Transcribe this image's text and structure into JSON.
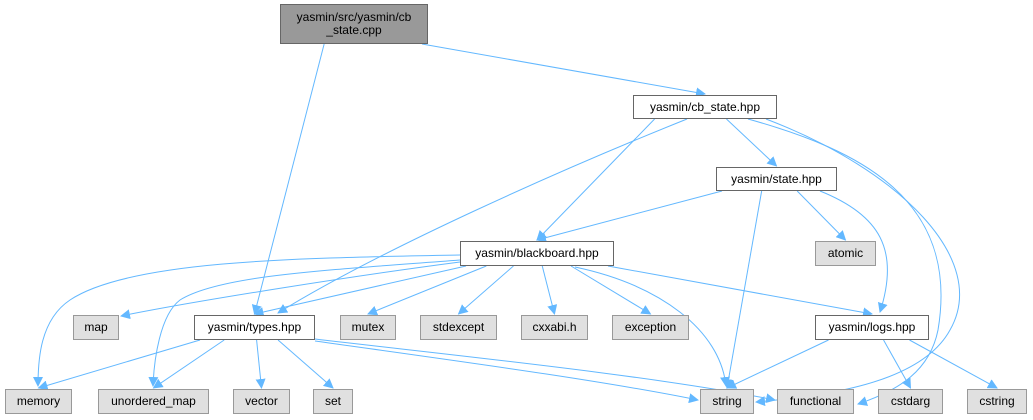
{
  "colors": {
    "edge": "#63b8ff",
    "root_fill": "#999999",
    "local_fill": "#ffffff",
    "system_fill": "#e0e0e0"
  },
  "nodes": {
    "root": {
      "label": "yasmin/src/yasmin/cb\n_state.cpp",
      "kind": "root"
    },
    "cb_state": {
      "label": "yasmin/cb_state.hpp",
      "kind": "local"
    },
    "state": {
      "label": "yasmin/state.hpp",
      "kind": "local"
    },
    "atomic": {
      "label": "atomic",
      "kind": "system"
    },
    "blackboard": {
      "label": "yasmin/blackboard.hpp",
      "kind": "local"
    },
    "map": {
      "label": "map",
      "kind": "system"
    },
    "types": {
      "label": "yasmin/types.hpp",
      "kind": "local"
    },
    "mutex": {
      "label": "mutex",
      "kind": "system"
    },
    "stdexcept": {
      "label": "stdexcept",
      "kind": "system"
    },
    "cxxabi": {
      "label": "cxxabi.h",
      "kind": "system"
    },
    "exception": {
      "label": "exception",
      "kind": "system"
    },
    "logs": {
      "label": "yasmin/logs.hpp",
      "kind": "local"
    },
    "memory": {
      "label": "memory",
      "kind": "system"
    },
    "unordered_map": {
      "label": "unordered_map",
      "kind": "system"
    },
    "vector": {
      "label": "vector",
      "kind": "system"
    },
    "set": {
      "label": "set",
      "kind": "system"
    },
    "string": {
      "label": "string",
      "kind": "system"
    },
    "functional": {
      "label": "functional",
      "kind": "system"
    },
    "cstdarg": {
      "label": "cstdarg",
      "kind": "system"
    },
    "cstring": {
      "label": "cstring",
      "kind": "system"
    }
  },
  "edges": [
    [
      "root",
      "cb_state"
    ],
    [
      "root",
      "types"
    ],
    [
      "cb_state",
      "types"
    ],
    [
      "cb_state",
      "blackboard"
    ],
    [
      "cb_state",
      "state"
    ],
    [
      "cb_state",
      "functional"
    ],
    [
      "cb_state",
      "string"
    ],
    [
      "state",
      "blackboard"
    ],
    [
      "state",
      "atomic"
    ],
    [
      "state",
      "string"
    ],
    [
      "state",
      "logs"
    ],
    [
      "blackboard",
      "memory"
    ],
    [
      "blackboard",
      "map"
    ],
    [
      "blackboard",
      "unordered_map"
    ],
    [
      "blackboard",
      "types"
    ],
    [
      "blackboard",
      "mutex"
    ],
    [
      "blackboard",
      "stdexcept"
    ],
    [
      "blackboard",
      "cxxabi"
    ],
    [
      "blackboard",
      "exception"
    ],
    [
      "blackboard",
      "string"
    ],
    [
      "blackboard",
      "logs"
    ],
    [
      "types",
      "memory"
    ],
    [
      "types",
      "unordered_map"
    ],
    [
      "types",
      "vector"
    ],
    [
      "types",
      "set"
    ],
    [
      "types",
      "string"
    ],
    [
      "types",
      "functional"
    ],
    [
      "logs",
      "string"
    ],
    [
      "logs",
      "cstdarg"
    ],
    [
      "logs",
      "cstring"
    ]
  ]
}
